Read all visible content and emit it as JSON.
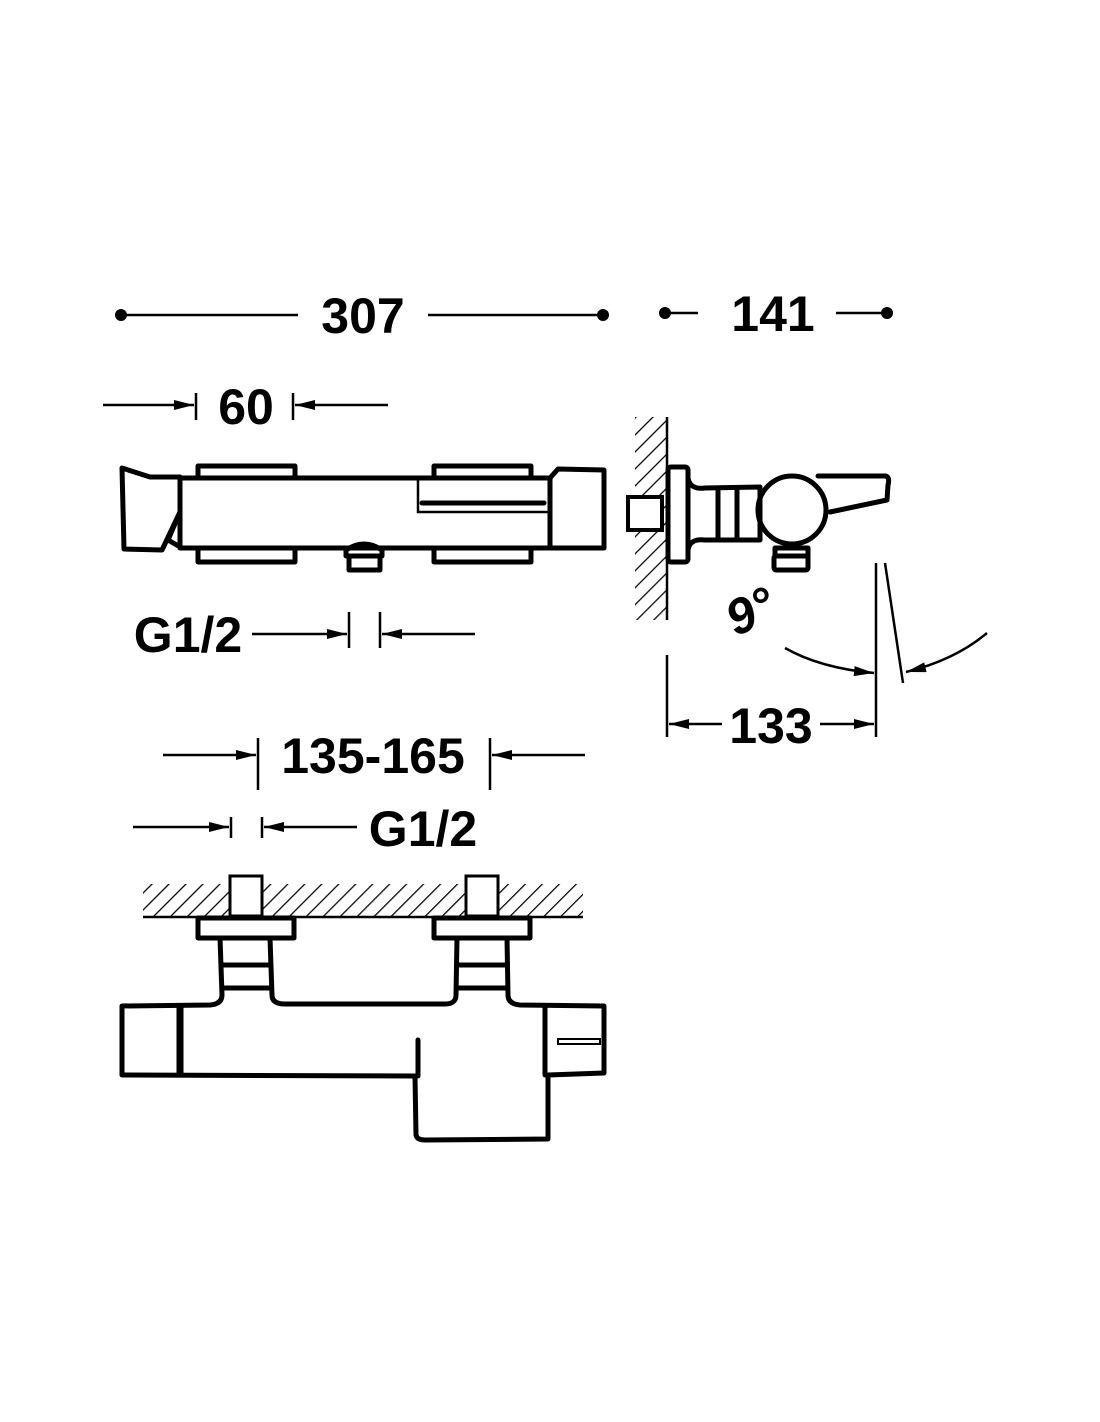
{
  "dimensions": {
    "overall_length": "307",
    "depth": "141",
    "clamp_width": "60",
    "outlet_thread": "G1/2",
    "inlet_spacing": "135-165",
    "inlet_thread": "G1/2",
    "spout_projection": "133",
    "spout_angle": "9°"
  },
  "colors": {
    "line": "#000000",
    "background": "#ffffff"
  }
}
